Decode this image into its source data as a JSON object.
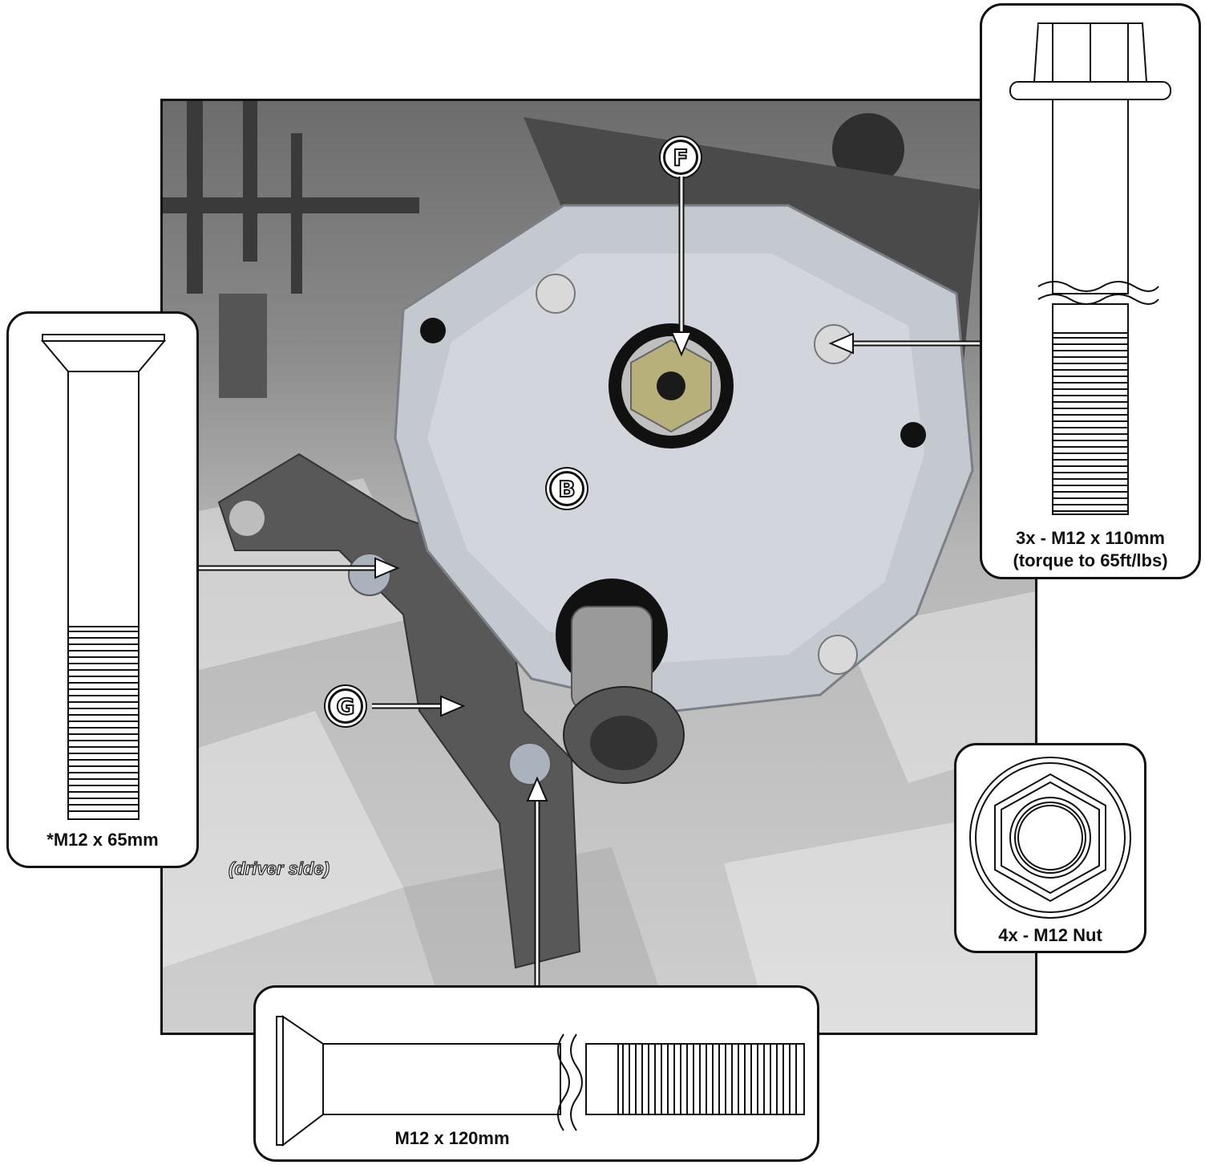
{
  "markers": {
    "f": "F",
    "b": "B",
    "g": "G"
  },
  "photo_note": "(driver side)",
  "callouts": {
    "flange_bolt": {
      "line1": "3x - M12 x 110mm",
      "line2": "(torque to 65ft/lbs)"
    },
    "short_bolt": {
      "label": "*M12 x 65mm"
    },
    "nut": {
      "label": "4x - M12 Nut"
    },
    "long_bolt": {
      "label": "M12 x 120mm"
    }
  }
}
